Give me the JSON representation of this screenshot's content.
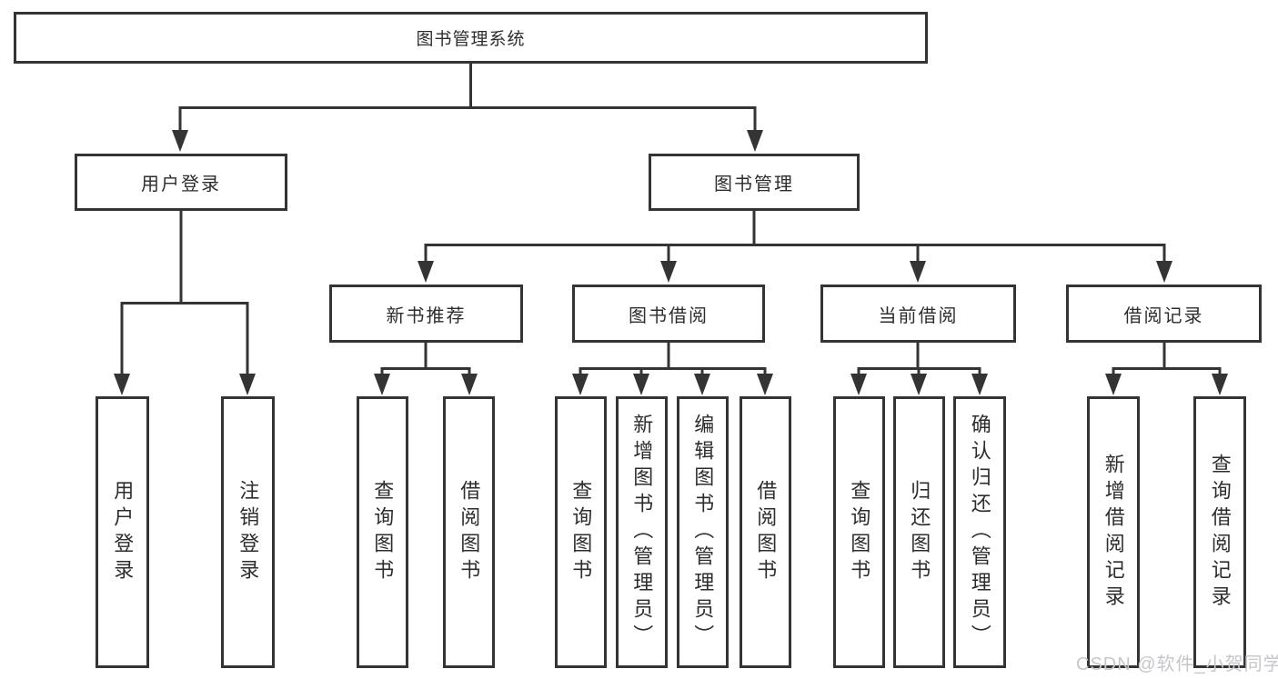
{
  "tree": {
    "label": "图书管理系统",
    "children": [
      {
        "label": "用户登录",
        "children": [
          {
            "label": "用户登录"
          },
          {
            "label": "注销登录"
          }
        ]
      },
      {
        "label": "图书管理",
        "children": [
          {
            "label": "新书推荐",
            "children": [
              {
                "label": "查询图书"
              },
              {
                "label": "借阅图书"
              }
            ]
          },
          {
            "label": "图书借阅",
            "children": [
              {
                "label": "查询图书"
              },
              {
                "label": "新增图书（管理员）"
              },
              {
                "label": "编辑图书（管理员）"
              },
              {
                "label": "借阅图书"
              }
            ]
          },
          {
            "label": "当前借阅",
            "children": [
              {
                "label": "查询图书"
              },
              {
                "label": "归还图书"
              },
              {
                "label": "确认归还（管理员）"
              }
            ]
          },
          {
            "label": "借阅记录",
            "children": [
              {
                "label": "新增借阅记录"
              },
              {
                "label": "查询借阅记录"
              }
            ]
          }
        ]
      }
    ]
  },
  "watermark": {
    "text": "CSDN @软件_小贺同学",
    "color": "#c6c6cb"
  },
  "colors": {
    "line": "#343434",
    "box_border": "#343434",
    "text": "#2d2d2d",
    "background": "#ffffff"
  }
}
